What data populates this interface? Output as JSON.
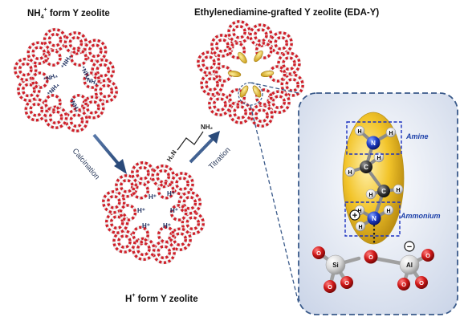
{
  "labels": {
    "nh4_title_prefix": "NH",
    "nh4_title_sub": "4",
    "nh4_title_sup": "+",
    "nh4_title_suffix": " form Y zeolite",
    "eda_title": "Ethylenediamine-grafted Y zeolite (EDA-Y)",
    "h_title_prefix": "H",
    "h_title_sup": "+",
    "h_title_suffix": " form Y zeolite",
    "calcination": "Calcination",
    "titration": "Titration",
    "amine": "Amine",
    "ammonium": "Ammonium",
    "si": "Si",
    "al": "Al",
    "o": "O",
    "n": "N",
    "c": "C",
    "h": "H",
    "nh4_ion": "⁺NH₄",
    "h_ion": "H⁺",
    "eda_formula_left": "H₂N",
    "eda_formula_right": "NH₂",
    "plus": "+",
    "minus": "−"
  },
  "colors": {
    "zeolite_red": "#d0202a",
    "zeolite_white": "#ececec",
    "arrow_blue": "#3a5a8a",
    "inset_border": "#3a5a8a",
    "inset_bg": "#dde4f0",
    "ellipsoid": "#f0c030",
    "nitrogen": "#1e3ec8",
    "carbon": "#444444",
    "oxygen": "#cc1a1a",
    "box_blue": "#1a30c0"
  }
}
